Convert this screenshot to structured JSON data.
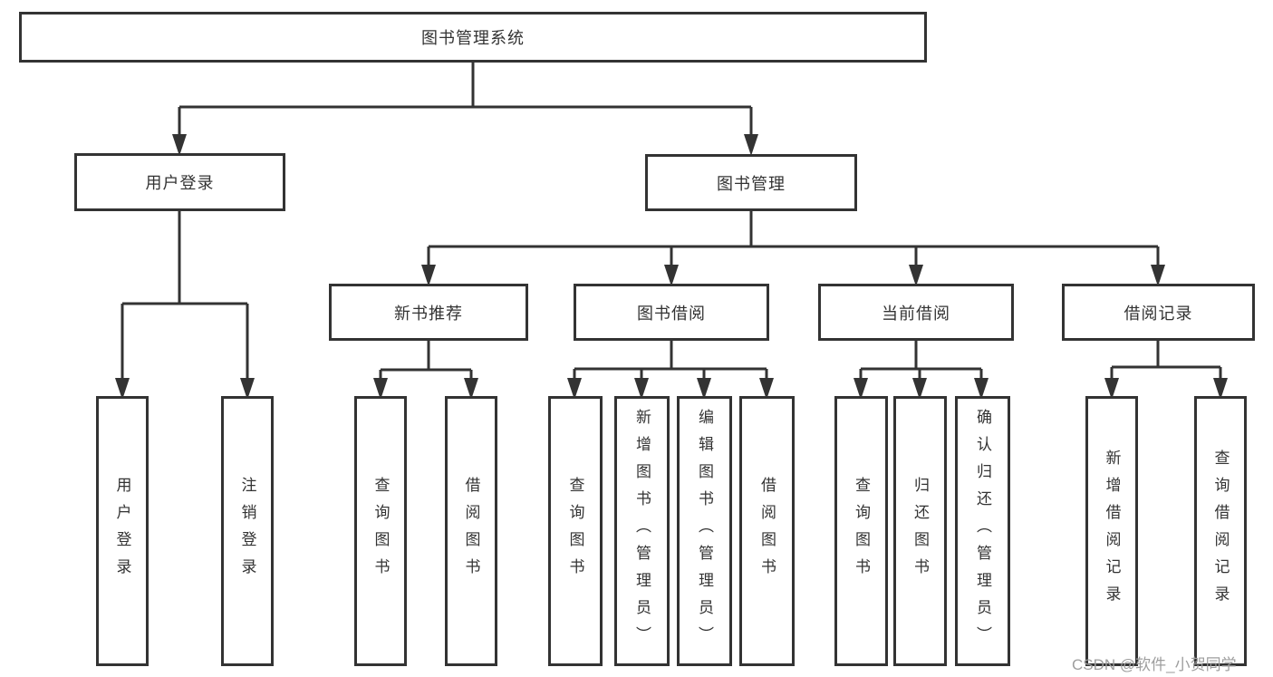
{
  "diagram": {
    "root": {
      "label": "图书管理系统"
    },
    "level2": [
      {
        "label": "用户登录"
      },
      {
        "label": "图书管理"
      }
    ],
    "level3": [
      {
        "label": "新书推荐"
      },
      {
        "label": "图书借阅"
      },
      {
        "label": "当前借阅"
      },
      {
        "label": "借阅记录"
      }
    ],
    "leaves": {
      "user_login": [
        "用户登录",
        "注销登录"
      ],
      "new_books": [
        "查询图书",
        "借阅图书"
      ],
      "book_borrow": [
        "查询图书",
        "新增图书（管理员）",
        "编辑图书（管理员）",
        "借阅图书"
      ],
      "current_borrow": [
        "查询图书",
        "归还图书",
        "确认归还（管理员）"
      ],
      "borrow_records": [
        "新增借阅记录",
        "查询借阅记录"
      ]
    }
  },
  "watermark": {
    "text": "CSDN @软件_小贺同学"
  },
  "colors": {
    "line": "#333333",
    "node_border": "#333333",
    "text": "#333333",
    "watermark": "#9e9e9e",
    "background": "#ffffff"
  }
}
